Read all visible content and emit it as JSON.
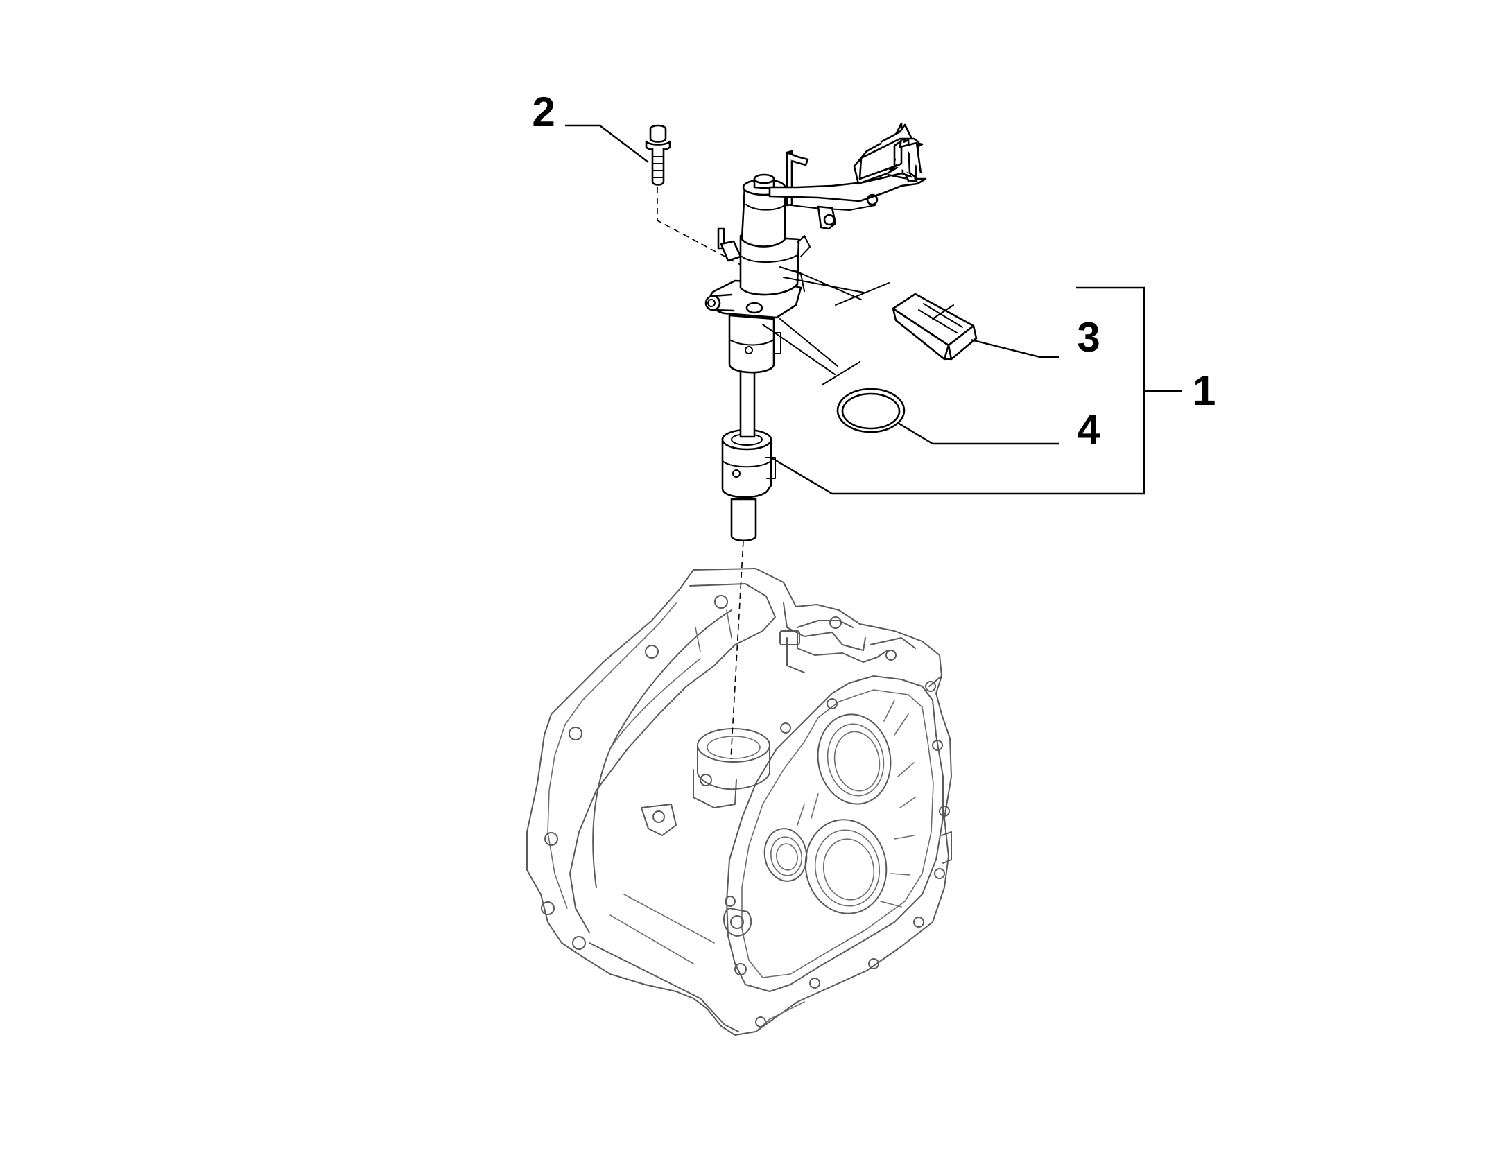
{
  "callouts": {
    "c1": "1",
    "c2": "2",
    "c3": "3",
    "c4": "4"
  },
  "parts": {
    "p1": "gear-selector-shaft-assembly",
    "p2": "bolt",
    "p3": "clip",
    "p4": "o-ring",
    "housing": "gearbox-housing"
  }
}
